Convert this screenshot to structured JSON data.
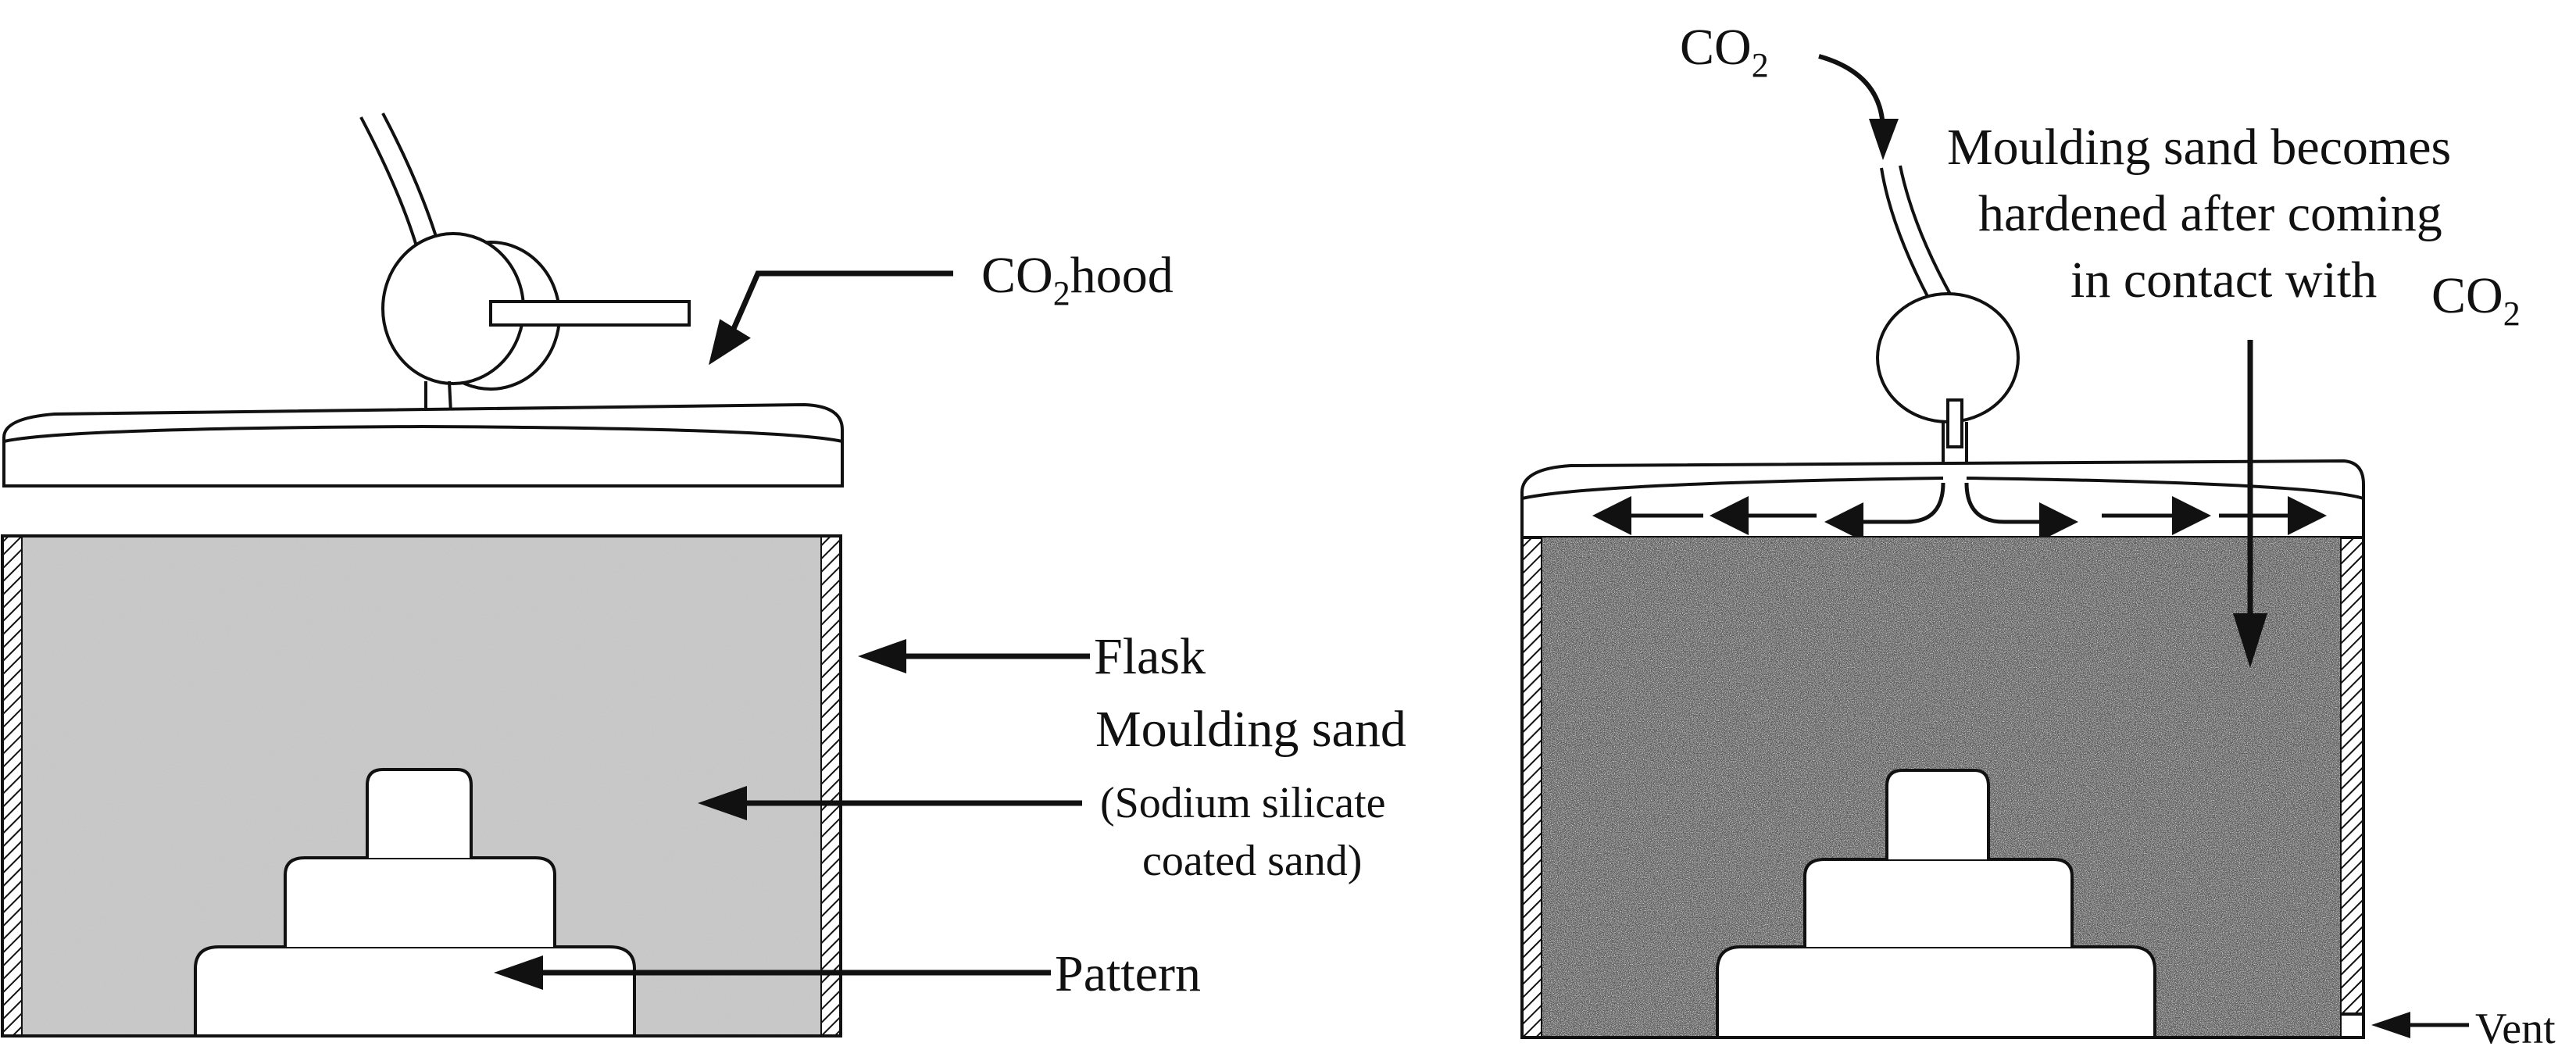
{
  "labels": {
    "co2_hood_main": "CO",
    "co2_hood_sub": "2",
    "co2_hood_tail": "hood",
    "flask": "Flask",
    "moulding_sand": "Moulding sand",
    "sodium_line1": "(Sodium silicate",
    "sodium_line2": "coated sand)",
    "pattern": "Pattern",
    "co2_top_main": "CO",
    "co2_top_sub": "2",
    "hardened_line1": "Moulding sand becomes",
    "hardened_line2": "hardened after coming",
    "hardened_line3": "in contact with",
    "hardened_co2_main": "CO",
    "hardened_co2_sub": "2",
    "vent": "Vent"
  },
  "colors": {
    "line": "#111111",
    "light_sand": "#c9c9c9",
    "dark_sand": "#555555",
    "pattern_fill": "#ffffff"
  }
}
